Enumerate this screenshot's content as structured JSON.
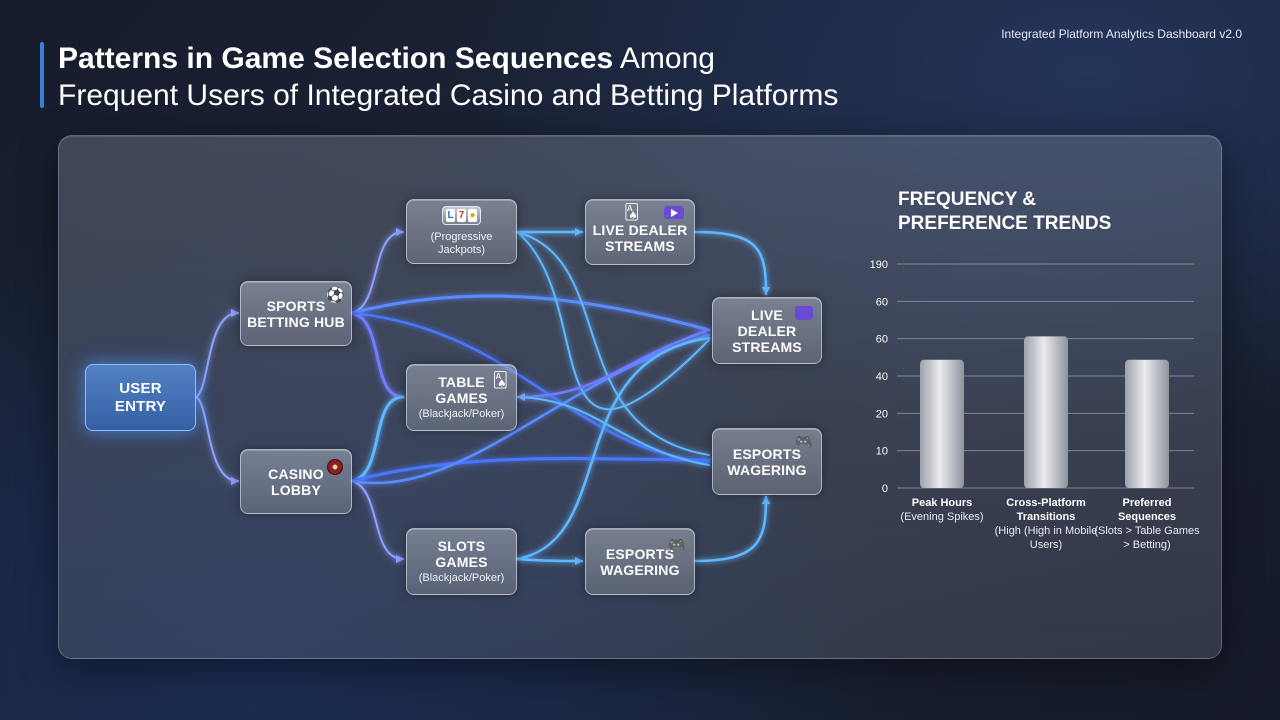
{
  "header": {
    "title_bold": "Patterns in Game Selection Sequences",
    "title_rest": "Among",
    "title_line2": "Frequent Users of Integrated Casino and Betting Platforms",
    "version": "Integrated Platform Analytics Dashboard v2.0"
  },
  "flow": {
    "user_entry": "USER\nENTRY",
    "sports_betting_hub": "SPORTS\nBETTING HUB",
    "casino_lobby": "CASINO\nLOBBY",
    "progressive_jackpots": "(Progressive Jackpots)",
    "table_games": "TABLE\nGAMES",
    "table_games_sub": "(Blackjack/Poker)",
    "slots_games": "SLOTS\nGAMES",
    "slots_games_sub": "(Blackjack/Poker)",
    "live_dealer_top": "LIVE DEALER\nSTREAMS",
    "esports_bottom": "ESPORTS\nWAGERING",
    "live_dealer_right": "LIVE\nDEALER\nSTREAMS",
    "esports_right": "ESPORTS\nWAGERING",
    "icons": {
      "sports": "soccer-ball-icon",
      "casino": "roulette-icon",
      "slot": "slot-machine-icon",
      "cards": "playing-cards-icon",
      "video": "video-icon",
      "gamepad": "gamepad-icon"
    },
    "colors": {
      "accent": "#3d7fd6",
      "link": "#5fb8ff",
      "link_purple": "#6f7dff"
    }
  },
  "trends": {
    "title": "FREQUENCY &\nPREFERENCE TRENDS"
  },
  "chart_data": {
    "type": "bar",
    "title": "FREQUENCY & PREFERENCE TRENDS",
    "yticks": [
      "0",
      "10",
      "20",
      "40",
      "60",
      "60",
      "190"
    ],
    "categories": [
      {
        "label": "Peak Hours",
        "sub": "(Evening Spikes)"
      },
      {
        "label": "Cross-Platform Transitions",
        "sub": "(High (High in Mobile Users)"
      },
      {
        "label": "Preferred Sequences",
        "sub": "(Slots > Table Games > Betting)"
      }
    ],
    "values": [
      55,
      65,
      55
    ],
    "grid": true,
    "bar_color": "#c9ccd3"
  }
}
